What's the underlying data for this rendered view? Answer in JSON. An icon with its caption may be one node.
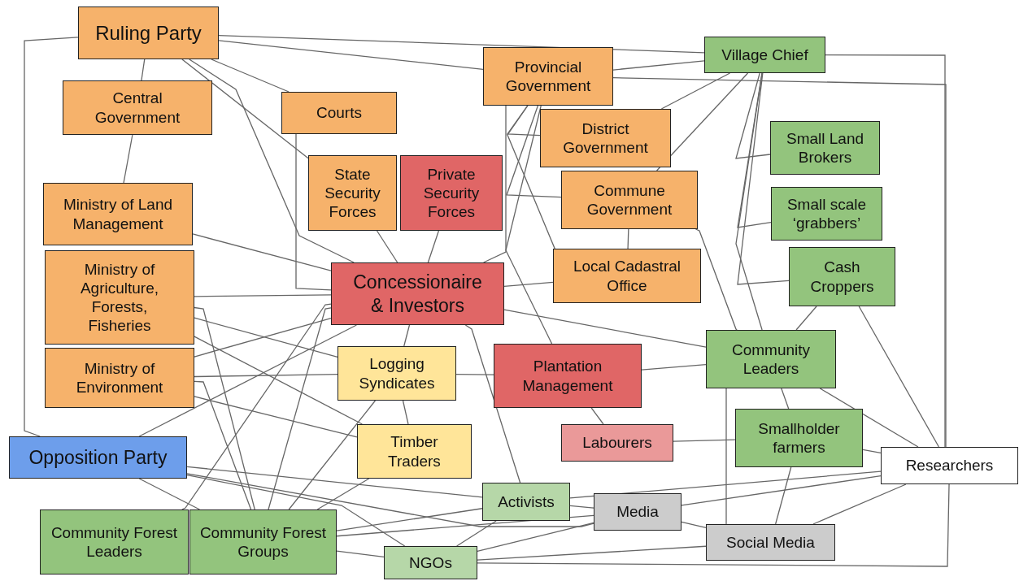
{
  "diagram": {
    "nodes": [
      {
        "text": [
          "Ruling Party"
        ]
      },
      {
        "text": [
          "Central Government"
        ]
      },
      {
        "text": [
          "Ministry of Land Management"
        ]
      },
      {
        "text": [
          "Ministry of Agriculture, Forests, Fisheries"
        ]
      },
      {
        "text": [
          "Ministry of Environment"
        ]
      },
      {
        "text": [
          "Courts"
        ]
      },
      {
        "text": [
          "State Security Forces"
        ]
      },
      {
        "text": [
          "Private Security Forces"
        ]
      },
      {
        "text": [
          "Provincial Government"
        ]
      },
      {
        "text": [
          "District Government"
        ]
      },
      {
        "text": [
          "Commune Government"
        ]
      },
      {
        "text": [
          "Village Chief"
        ]
      },
      {
        "text": [
          "Small Land Brokers"
        ]
      },
      {
        "text": [
          "Small scale ‘grabbers’"
        ]
      },
      {
        "text": [
          "Cash Croppers"
        ]
      },
      {
        "text": [
          "Concessionaire & Investors"
        ]
      },
      {
        "text": [
          "Local Cadastral Office"
        ]
      },
      {
        "text": [
          "Logging Syndicates"
        ]
      },
      {
        "text": [
          "Plantation Management"
        ]
      },
      {
        "text": [
          "Community Leaders"
        ]
      },
      {
        "text": [
          "Timber Traders"
        ]
      },
      {
        "text": [
          "Labourers"
        ]
      },
      {
        "text": [
          "Smallholder farmers"
        ]
      },
      {
        "text": [
          "Opposition Party"
        ]
      },
      {
        "text": [
          "Researchers"
        ]
      },
      {
        "text": [
          "Activists"
        ]
      },
      {
        "text": [
          "Media"
        ]
      },
      {
        "text": [
          "Community Forest Leaders"
        ]
      },
      {
        "text": [
          "Community Forest Groups"
        ]
      },
      {
        "text": [
          "Social Media"
        ]
      },
      {
        "text": [
          "NGOs"
        ]
      }
    ],
    "edges": [
      {
        "from": 0,
        "to": 11,
        "arrow": "none"
      },
      {
        "from": 0,
        "to": 8,
        "arrow": "none"
      },
      {
        "from": 0,
        "to": 5,
        "arrow": "none"
      },
      {
        "from": 0,
        "to": 6,
        "arrow": "none"
      },
      {
        "from": 0,
        "to": 15,
        "arrow": "none"
      },
      {
        "from": 0,
        "to": 1,
        "arrow": "none"
      },
      {
        "from": 0,
        "to": 23,
        "arrow": "none"
      },
      {
        "from": 1,
        "to": 2,
        "arrow": "none"
      },
      {
        "from": 2,
        "to": 15,
        "arrow": "none"
      },
      {
        "from": 3,
        "to": 15,
        "arrow": "none"
      },
      {
        "from": 3,
        "to": 17,
        "arrow": "none"
      },
      {
        "from": 3,
        "to": 20,
        "arrow": "none"
      },
      {
        "from": 3,
        "to": 28,
        "arrow": "none"
      },
      {
        "from": 4,
        "to": 15,
        "arrow": "none"
      },
      {
        "from": 4,
        "to": 17,
        "arrow": "none"
      },
      {
        "from": 4,
        "to": 20,
        "arrow": "none"
      },
      {
        "from": 4,
        "to": 28,
        "arrow": "none"
      },
      {
        "from": 5,
        "to": 15,
        "arrow": "none"
      },
      {
        "from": 6,
        "to": 15,
        "arrow": "none"
      },
      {
        "from": 7,
        "to": 15,
        "arrow": "none"
      },
      {
        "from": 15,
        "to": 17,
        "arrow": "none"
      },
      {
        "from": 15,
        "to": 16,
        "arrow": "none"
      },
      {
        "from": 15,
        "to": 19,
        "arrow": "none"
      },
      {
        "from": 15,
        "to": 25,
        "arrow": "none"
      },
      {
        "from": 15,
        "to": 27,
        "arrow": "none"
      },
      {
        "from": 15,
        "to": 28,
        "arrow": "none"
      },
      {
        "from": 8,
        "to": 15,
        "arrow": "none"
      },
      {
        "from": 8,
        "to": 9,
        "arrow": "none"
      },
      {
        "from": 8,
        "to": 10,
        "arrow": "none"
      },
      {
        "from": 8,
        "to": 16,
        "arrow": "none"
      },
      {
        "from": 8,
        "to": 18,
        "arrow": "none"
      },
      {
        "from": 8,
        "to": 11,
        "arrow": "none"
      },
      {
        "from": 8,
        "to": 24,
        "arrow": "none"
      },
      {
        "from": 11,
        "to": 24,
        "arrow": "none"
      },
      {
        "from": 11,
        "to": 9,
        "arrow": "none"
      },
      {
        "from": 11,
        "to": 10,
        "arrow": "none"
      },
      {
        "from": 11,
        "to": 19,
        "arrow": "none"
      },
      {
        "from": 11,
        "to": 12,
        "arrow": "none"
      },
      {
        "from": 11,
        "to": 13,
        "arrow": "none"
      },
      {
        "from": 11,
        "to": 14,
        "arrow": "none"
      },
      {
        "from": 10,
        "to": 16,
        "arrow": "none"
      },
      {
        "from": 10,
        "to": 19,
        "arrow": "none"
      },
      {
        "from": 17,
        "to": 18,
        "arrow": "none"
      },
      {
        "from": 17,
        "to": 20,
        "arrow": "none"
      },
      {
        "from": 17,
        "to": 28,
        "arrow": "none"
      },
      {
        "from": 20,
        "to": 28,
        "arrow": "none"
      },
      {
        "from": 18,
        "to": 19,
        "arrow": "none"
      },
      {
        "from": 18,
        "to": 21,
        "arrow": "none"
      },
      {
        "from": 14,
        "to": 19,
        "arrow": "none"
      },
      {
        "from": 14,
        "to": 24,
        "arrow": "none"
      },
      {
        "from": 19,
        "to": 24,
        "arrow": "none"
      },
      {
        "from": 19,
        "to": 22,
        "arrow": "none"
      },
      {
        "from": 19,
        "to": 29,
        "arrow": "none"
      },
      {
        "from": 21,
        "to": 22,
        "arrow": "none"
      },
      {
        "from": 22,
        "to": 24,
        "arrow": "none"
      },
      {
        "from": 22,
        "to": 29,
        "arrow": "none"
      },
      {
        "from": 23,
        "to": 15,
        "arrow": "none"
      },
      {
        "from": 23,
        "to": 28,
        "arrow": "none"
      },
      {
        "from": 23,
        "to": 25,
        "arrow": "none"
      },
      {
        "from": 23,
        "to": 26,
        "arrow": "none"
      },
      {
        "from": 23,
        "to": 30,
        "arrow": "none"
      },
      {
        "from": 25,
        "to": 26,
        "arrow": "none"
      },
      {
        "from": 25,
        "to": 24,
        "arrow": "none"
      },
      {
        "from": 25,
        "to": 28,
        "arrow": "none"
      },
      {
        "from": 25,
        "to": 30,
        "arrow": "none"
      },
      {
        "from": 26,
        "to": 24,
        "arrow": "none"
      },
      {
        "from": 26,
        "to": 29,
        "arrow": "none"
      },
      {
        "from": 26,
        "to": 30,
        "arrow": "none"
      },
      {
        "from": 28,
        "to": 26,
        "arrow": "none"
      },
      {
        "from": 28,
        "to": 30,
        "arrow": "none"
      },
      {
        "from": 29,
        "to": 30,
        "arrow": "none"
      },
      {
        "from": 29,
        "to": 24,
        "arrow": "none"
      },
      {
        "from": 30,
        "to": 24,
        "arrow": "none"
      }
    ]
  }
}
